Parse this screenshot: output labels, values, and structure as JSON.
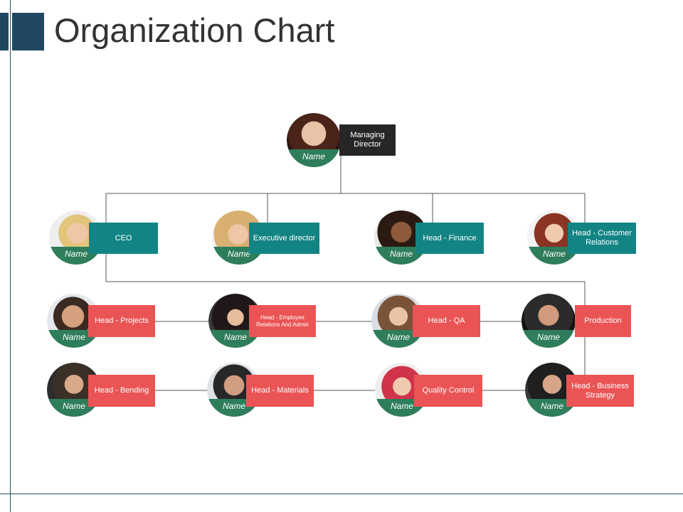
{
  "slide": {
    "title": "Organization Chart"
  },
  "colors": {
    "accent": "#1f4860",
    "teal": "#138484",
    "red": "#ea5455",
    "dark": "#262626",
    "name_band": "#2e7d5b"
  },
  "nodes": [
    {
      "role": "Managing Director",
      "name": "Name",
      "color": "dark"
    },
    {
      "role": "CEO",
      "name": "Name",
      "color": "teal"
    },
    {
      "role": "Executive director",
      "name": "Name",
      "color": "teal"
    },
    {
      "role": "Head - Finance",
      "name": "Name",
      "color": "teal"
    },
    {
      "role": "Head - Customer Relations",
      "name": "Name",
      "color": "teal"
    },
    {
      "role": "Head - Projects",
      "name": "Name",
      "color": "red"
    },
    {
      "role": "Head - Employee Relations And Admin",
      "name": "Name",
      "color": "red"
    },
    {
      "role": "Head - QA",
      "name": "Name",
      "color": "red"
    },
    {
      "role": "Production",
      "name": "Name",
      "color": "red"
    },
    {
      "role": "Head - Bending",
      "name": "Name",
      "color": "red"
    },
    {
      "role": "Head - Materials",
      "name": "Name",
      "color": "red"
    },
    {
      "role": "Quality Control",
      "name": "Name",
      "color": "red"
    },
    {
      "role": "Head - Business Strategy",
      "name": "Name",
      "color": "red"
    }
  ]
}
